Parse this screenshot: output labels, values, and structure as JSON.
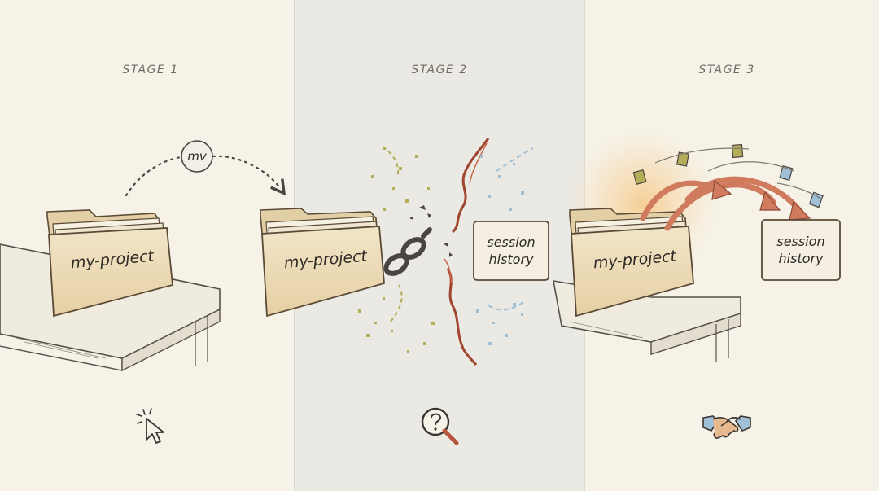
{
  "stages": [
    {
      "label": "STAGE 1",
      "folder_label": "my-project",
      "command_label": "mv",
      "footer_icon": "cursor-click-icon"
    },
    {
      "label": "STAGE 2",
      "folder_label": "my-project",
      "session": {
        "line1": "session",
        "line2": "history"
      },
      "footer_icon": "magnifier-question-icon"
    },
    {
      "label": "STAGE 3",
      "folder_label": "my-project",
      "session": {
        "line1": "session",
        "line2": "history"
      },
      "footer_icon": "handshake-icon"
    }
  ],
  "colors": {
    "background": "#f6f2e8",
    "middle_panel": "#ebe9e4",
    "folder_fill": "#ead9b8",
    "folder_stroke": "#5a4a36",
    "arrow": "#d07a5e",
    "glow": "#f6c987",
    "chain": "#4a4540",
    "wire": "#a0452e",
    "confetti_green": "#b3ad58",
    "confetti_blue": "#9fc0d6"
  }
}
